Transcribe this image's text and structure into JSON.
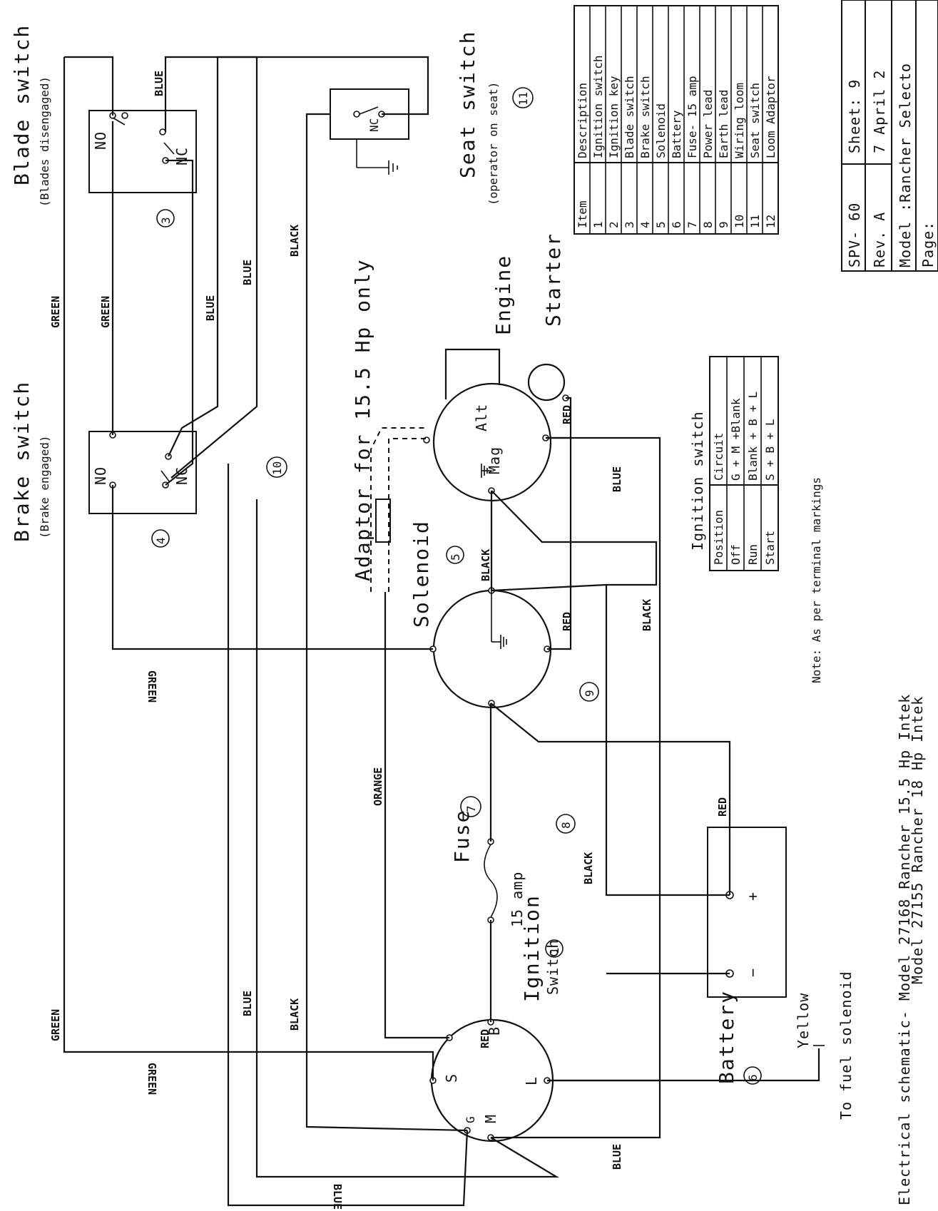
{
  "components": {
    "blade_switch": {
      "title": "Blade switch",
      "subtitle": "(Blades disengaged)",
      "no": "NO",
      "nc": "NC",
      "num": "3"
    },
    "brake_switch": {
      "title": "Brake switch",
      "subtitle": "(Brake engaged)",
      "no": "NO",
      "nc": "NC",
      "num": "4"
    },
    "seat_switch": {
      "title": "Seat switch",
      "subtitle": "(operator on seat)",
      "nc": "NC",
      "num": "11"
    },
    "engine": {
      "title": "Engine",
      "alt": "Alt",
      "mag": "Mag"
    },
    "starter": {
      "title": "Starter"
    },
    "adaptor": {
      "title": "Adaptor for 15.5 Hp only"
    },
    "solenoid": {
      "title": "Solenoid",
      "num": "5"
    },
    "fuse": {
      "title": "Fuse",
      "num": "7",
      "rating": "15 amp"
    },
    "ignition": {
      "title_line1": "Ignition",
      "title_line2": "Switch",
      "num": "1",
      "t_s": "S",
      "t_g": "G",
      "t_m": "M",
      "t_b": "B",
      "t_l": "L"
    },
    "battery": {
      "title": "Battery",
      "num": "6",
      "minus": "−",
      "plus": "+"
    },
    "harness": {
      "num10": "10",
      "num9": "9",
      "num8": "8"
    },
    "fuel": {
      "wire": "Yellow",
      "label": "To fuel solenoid"
    }
  },
  "wire_labels": {
    "green": "GREEN",
    "blue": "BLUE",
    "black": "BLACK",
    "red": "RED",
    "orange": "ORANGE"
  },
  "parts_table": {
    "headers": [
      "Item",
      "Description"
    ],
    "rows": [
      [
        "1",
        "Ignition switch"
      ],
      [
        "2",
        "Ignition key"
      ],
      [
        "3",
        "Blade switch"
      ],
      [
        "4",
        "Brake switch"
      ],
      [
        "5",
        "Solenoid"
      ],
      [
        "6",
        "Battery"
      ],
      [
        "7",
        "Fuse- 15 amp"
      ],
      [
        "8",
        "Power lead"
      ],
      [
        "9",
        "Earth lead"
      ],
      [
        "10",
        "Wiring loom"
      ],
      [
        "11",
        "Seat switch"
      ],
      [
        "12",
        "Loom Adaptor"
      ]
    ]
  },
  "ignition_table": {
    "title": "Ignition switch",
    "headers": [
      "Position",
      "Circuit"
    ],
    "rows": [
      [
        "Off",
        "G + M +Blank"
      ],
      [
        "Run",
        "Blank + B + L"
      ],
      [
        "Start",
        "S + B + L"
      ]
    ],
    "note": "Note: As per terminal markings"
  },
  "title_block": {
    "spv": "SPV- 60",
    "sheet": "Sheet: 9",
    "rev": "Rev.  A",
    "date": "7 April 2",
    "model": "Model :Rancher  Selecto",
    "page": "Page:"
  },
  "caption": {
    "line1": "Electrical schematic- Model  27168 Rancher  15.5 Hp Intek",
    "line2": "Model  27155 Rancher  18 Hp Intek"
  }
}
